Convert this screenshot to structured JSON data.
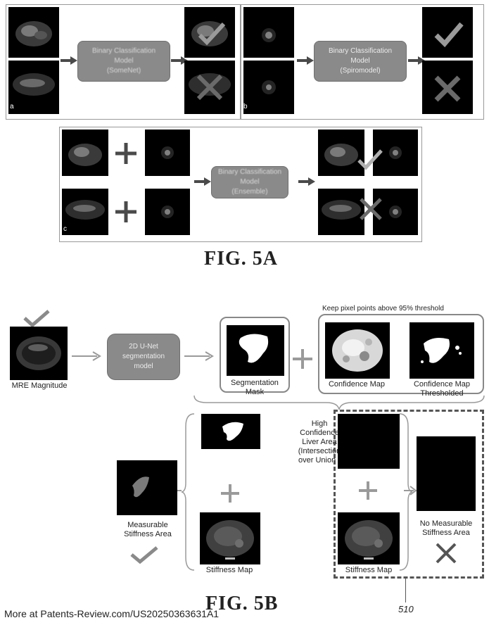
{
  "fig5a": {
    "panel_a": {
      "label": "a",
      "model_lines": [
        "Binary Classification",
        "Model",
        "(SomeNet)"
      ]
    },
    "panel_b": {
      "label": "b",
      "model_lines": [
        "Binary Classification",
        "Model",
        "(Spiromodel)"
      ]
    },
    "panel_c": {
      "label": "c",
      "model_lines": [
        "Binary Classification",
        "Model",
        "(Ensemble)"
      ]
    },
    "title": "FIG. 5A"
  },
  "fig5b": {
    "keep_note": "Keep pixel points above 95% threshold",
    "mre_label": "MRE Magnitude",
    "unet_lines": [
      "2D U-Net",
      "segmentation",
      "model"
    ],
    "seg_mask_label": [
      "Segmentation",
      "Mask"
    ],
    "conf_map_label": "Confidence Map",
    "conf_thr_label": [
      "Confidence Map",
      "Thresholded"
    ],
    "high_conf_lines": [
      "High",
      "Confidence",
      "Liver Area",
      "(Intersection",
      "over Union )"
    ],
    "measurable_label": [
      "Measurable",
      "Stiffness Area"
    ],
    "stiffness_left_label": "Stiffness Map",
    "stiffness_right_label": "Stiffness Map",
    "no_measurable_label": [
      "No Measurable",
      "Stiffness Area"
    ],
    "ref_number": "510",
    "title": "FIG. 5B"
  },
  "footer": {
    "text": "More at Patents-Review.com/US20250363631A1"
  },
  "colors": {
    "arrow_dark": "#4a4a4a",
    "arrow_light": "#9a9a9a",
    "model_box": "#8a8a8a",
    "check": "#8a8a8a",
    "cross": "#555555"
  }
}
